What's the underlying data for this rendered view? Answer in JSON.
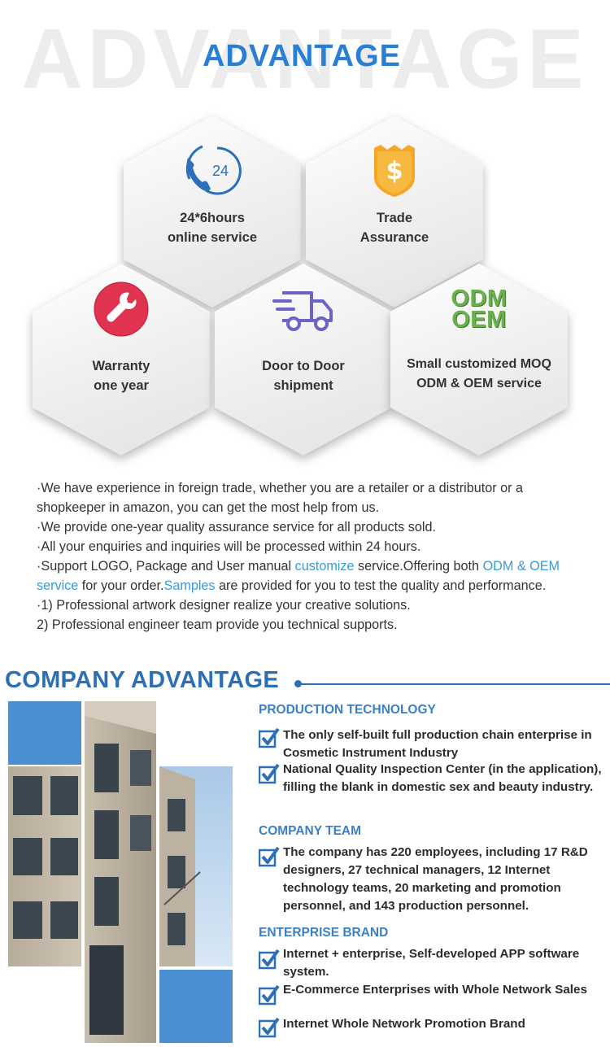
{
  "header": {
    "bg_word": "ADVANTAGE",
    "title": "ADVANTAGE"
  },
  "hexagons": [
    {
      "icon": "phone-24-icon",
      "line1": "24*6hours",
      "line2": "online service"
    },
    {
      "icon": "shield-dollar-icon",
      "line1": "Trade",
      "line2": "Assurance"
    },
    {
      "icon": "wrench-icon",
      "line1": "Warranty",
      "line2": "one year"
    },
    {
      "icon": "truck-icon",
      "line1": "Door to Door",
      "line2": "shipment"
    },
    {
      "icon": "odm-oem-icon",
      "icon_text1": "ODM",
      "icon_text2": "OEM",
      "line1": "Small customized MOQ",
      "line2": "ODM & OEM service"
    }
  ],
  "phone_icon_text": "24",
  "description": {
    "p1": "·We have experience in foreign trade, whether you are a retailer or a distributor or a shopkeeper in amazon, you can get the most help from us.",
    "p2": "·We provide one-year quality assurance service for all products sold.",
    "p3": "·All your enquiries and inquiries will be processed within 24 hours.",
    "p4_a": "·Support LOGO, Package and User manual ",
    "p4_link1": "customize",
    "p4_b": " service.Offering both ",
    "p4_link2": "ODM & OEM service",
    "p4_c": " for your order.",
    "p4_link3": "Samples",
    "p4_d": " are provided for you to test the quality and performance.",
    "p5": "·1) Professional artwork designer realize your creative solutions.",
    "p6": "2) Professional engineer team provide you technical supports."
  },
  "company": {
    "title": "COMPANY ADVANTAGE",
    "sections": [
      {
        "heading": "PRODUCTION TECHNOLOGY",
        "items": [
          "The only self-built full production chain enterprise in Cosmetic Instrument Industry",
          "National Quality Inspection Center (in the application), filling the blank in domestic sex and beauty industry."
        ]
      },
      {
        "heading": "COMPANY TEAM",
        "items": [
          "The company has 220 employees, including 17 R&D designers, 27 technical managers, 12 Internet technology teams, 20 marketing and promotion personnel, and 143 production personnel."
        ]
      },
      {
        "heading": "ENTERPRISE BRAND",
        "items": [
          "Internet + enterprise, Self-developed APP software system.",
          "E-Commerce Enterprises with Whole Network Sales",
          "Internet Whole Network Promotion Brand"
        ]
      }
    ]
  },
  "colors": {
    "title_blue": "#2a7fd4",
    "company_blue": "#2d6fb5",
    "link_blue": "#3a9ad9",
    "odm_green": "#6ab04c",
    "wrench_red": "#e0334f",
    "shield_orange": "#f5a623",
    "truck_purple": "#6c63c9"
  }
}
